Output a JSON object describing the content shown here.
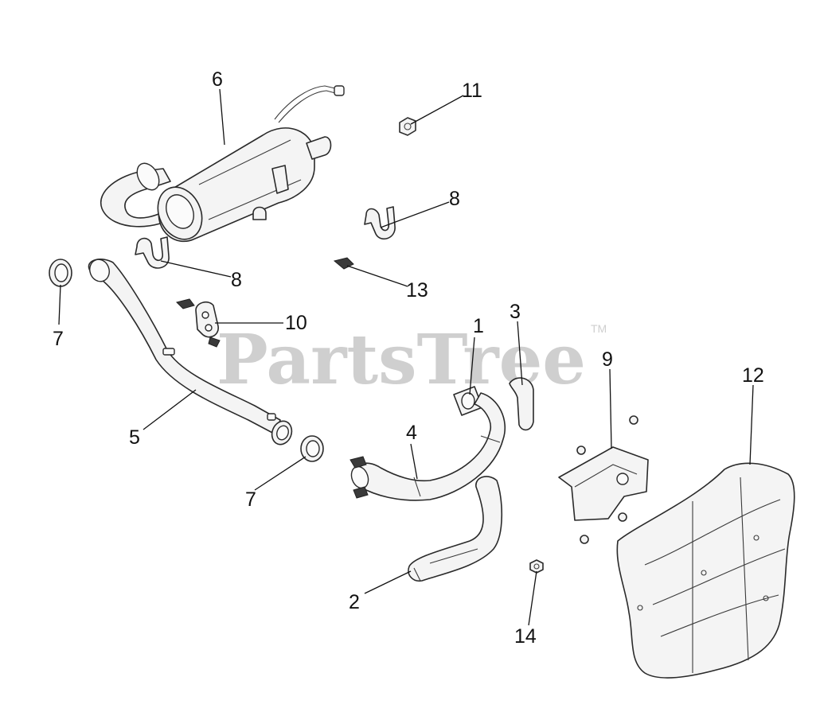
{
  "watermark": {
    "text": "PartsTree",
    "trademark": "TM"
  },
  "callouts": {
    "c1": "1",
    "c2": "2",
    "c3": "3",
    "c4": "4",
    "c5": "5",
    "c6": "6",
    "c7a": "7",
    "c7b": "7",
    "c8a": "8",
    "c8b": "8",
    "c9": "9",
    "c10": "10",
    "c11": "11",
    "c12": "12",
    "c13": "13",
    "c14": "14"
  }
}
